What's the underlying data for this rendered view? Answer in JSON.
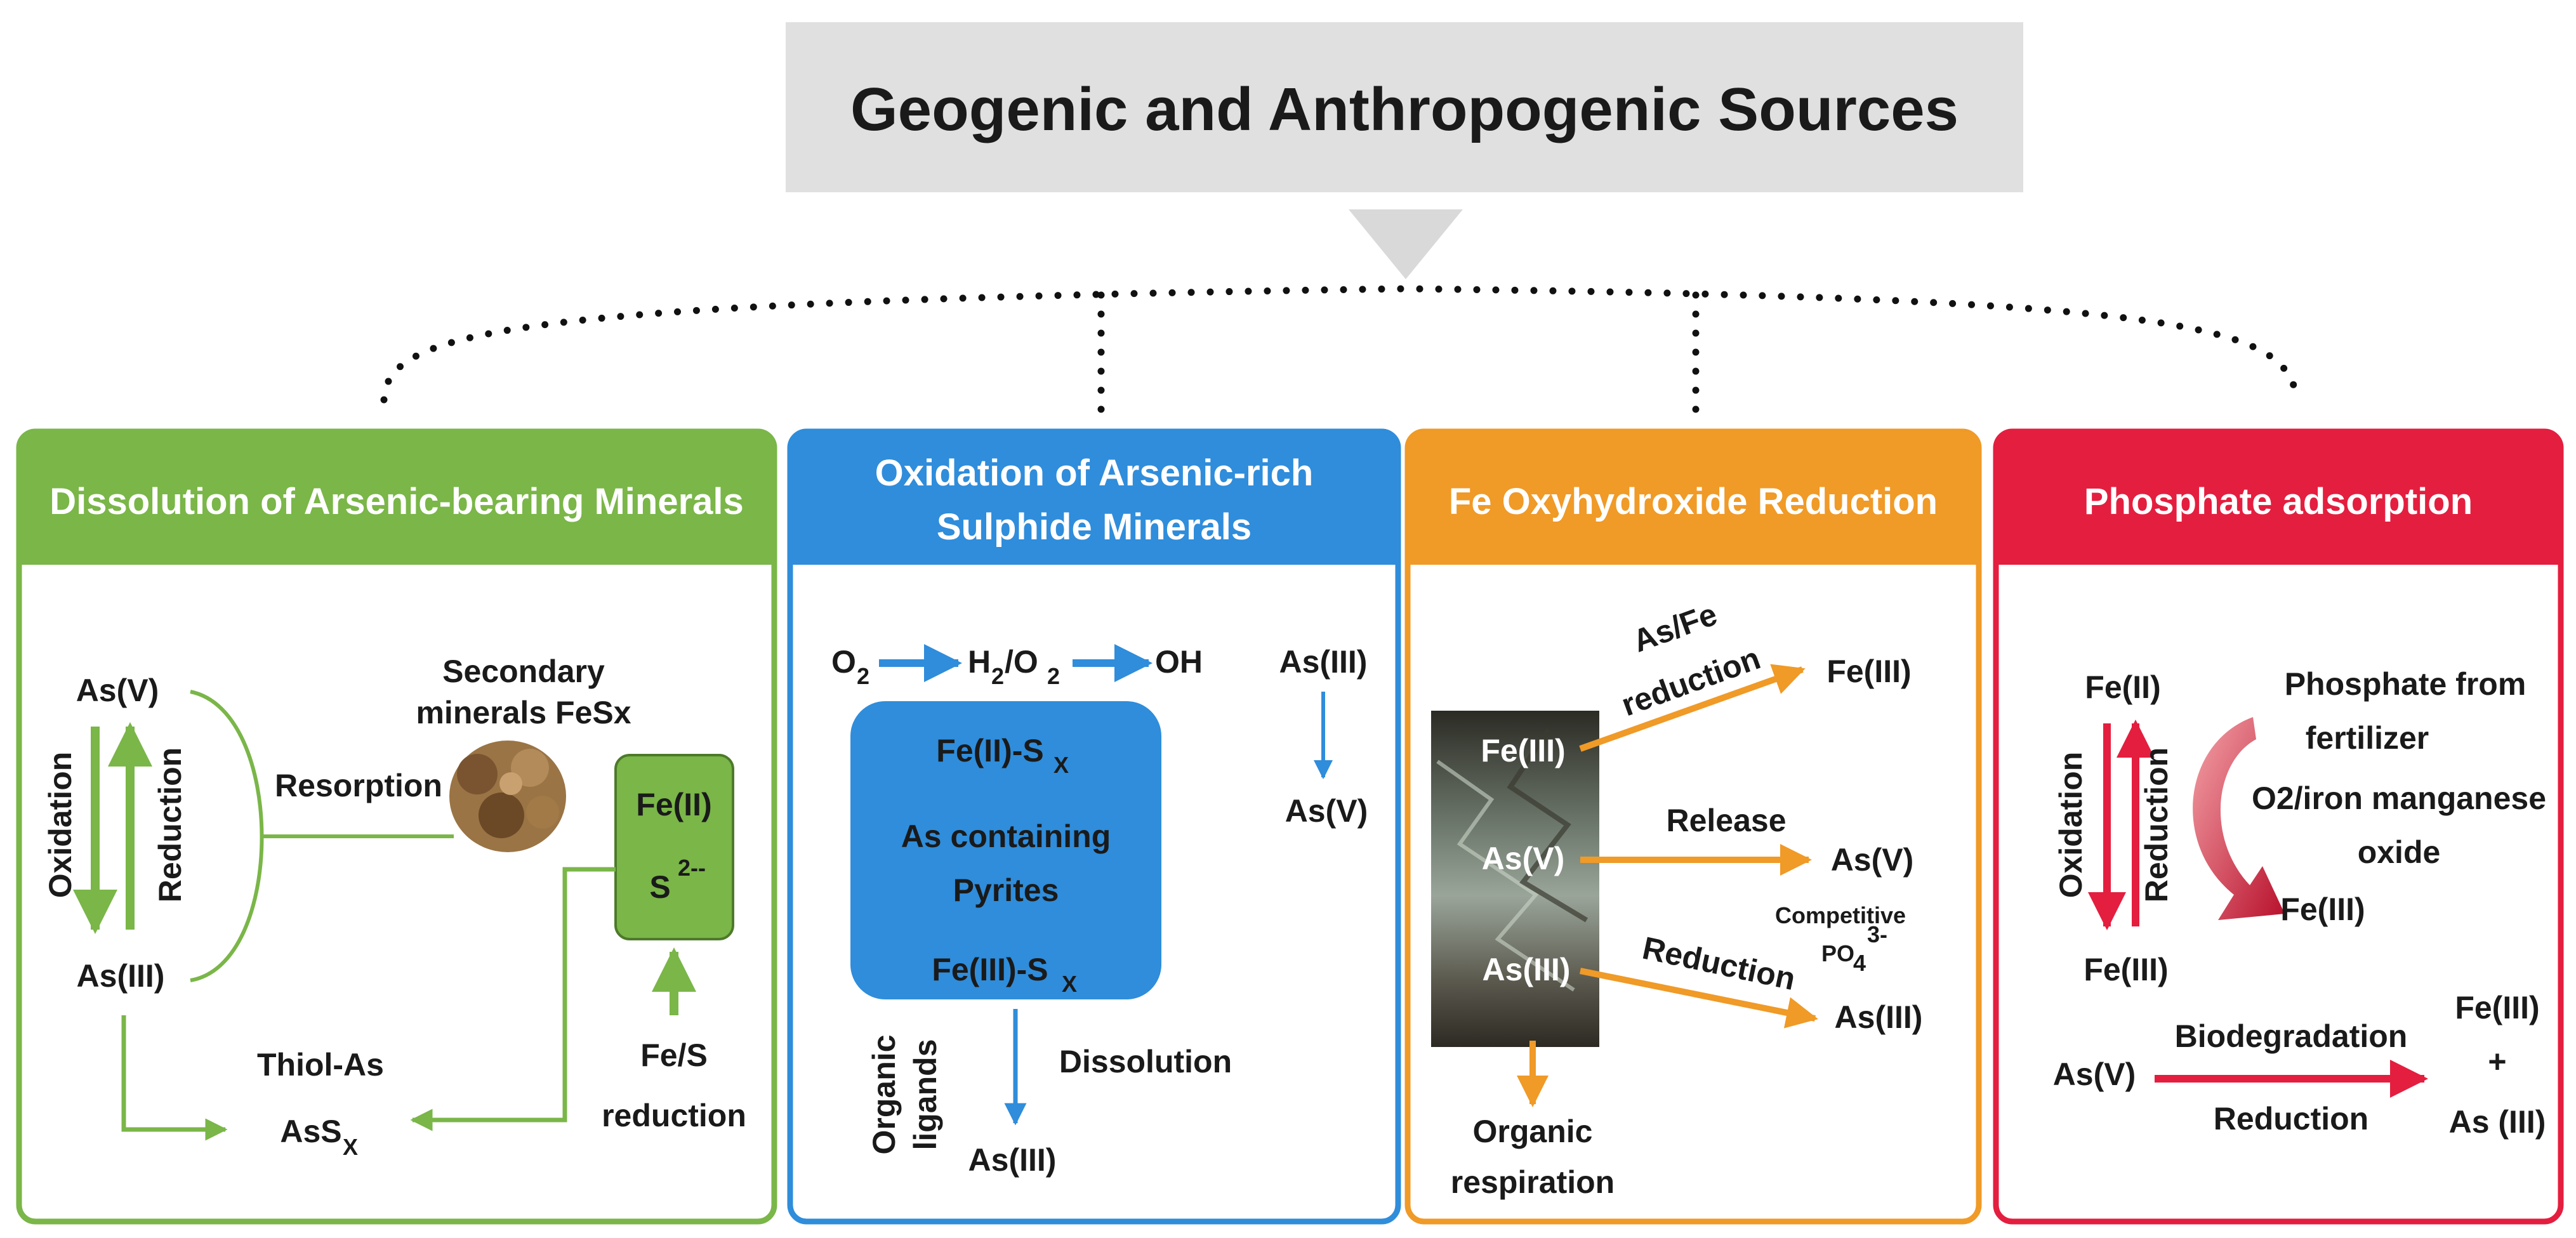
{
  "title": "Geogenic and Anthropogenic Sources",
  "colors": {
    "green": "#7ab648",
    "blue": "#2f8ddb",
    "orange": "#f09a27",
    "red": "#e41e3f",
    "title_box": "#e0e0e0"
  },
  "panels": {
    "dissolution": {
      "header": "Dissolution of Arsenic-bearing Minerals",
      "as_v": "As(V)",
      "as_iii": "As(III)",
      "oxidation": "Oxidation",
      "reduction": "Reduction",
      "resorption": "Resorption",
      "secondary_1": "Secondary",
      "secondary_2": "minerals FeSx",
      "fe_ii": "Fe(II)",
      "s2_base": "S",
      "s2_sup": "2--",
      "fes_1": "Fe/S",
      "fes_2": "reduction",
      "thiol": "Thiol-As",
      "ass_base": "AsS",
      "ass_sub": "X"
    },
    "oxidation": {
      "header_1": "Oxidation of Arsenic-rich",
      "header_2": "Sulphide Minerals",
      "o_base": "O",
      "o_sub": "2",
      "h_base": "H",
      "h_sub": "2",
      "slash_o": "/O",
      "slash_o_sub": "2",
      "oh": "OH",
      "as_iii_top": "As(III)",
      "as_v": "As(V)",
      "fe_ii_s": "Fe(II)-S",
      "fe_ii_s_sub": "X",
      "pyr_1": "As containing",
      "pyr_2": "Pyrites",
      "fe_iii_s": "Fe(III)-S",
      "fe_iii_s_sub": "X",
      "organic": "Organic",
      "ligands": "ligands",
      "dissolution": "Dissolution",
      "as_iii_bottom": "As(III)"
    },
    "fe_reduction": {
      "header": "Fe Oxyhydroxide Reduction",
      "fe_iii_in": "Fe(III)",
      "as_v_in": "As(V)",
      "as_iii_in": "As(III)",
      "asfe_1": "As/Fe",
      "asfe_2": "reduction",
      "fe_iii_out": "Fe(III)",
      "release": "Release",
      "as_v_out": "As(V)",
      "competitive": "Competitive",
      "po4_base": "PO",
      "po4_sub": "4",
      "po4_sup": "3-",
      "reduction": "Reduction",
      "as_iii_out": "As(III)",
      "organic_1": "Organic",
      "organic_2": "respiration"
    },
    "phosphate": {
      "header": "Phosphate adsorption",
      "fe_ii": "Fe(II)",
      "oxidation": "Oxidation",
      "reduction": "Reduction",
      "fe_iii_left": "Fe(III)",
      "phos_1": "Phosphate from",
      "phos_2": "fertilizer",
      "phos_3": "O2/iron manganese",
      "phos_4": "oxide",
      "fe_iii_mid": "Fe(III)",
      "as_v": "As(V)",
      "biodeg": "Biodegradation",
      "reduction_2": "Reduction",
      "fe_iii_right": "Fe(III)",
      "plus": "+",
      "as_iii_right": "As (III)"
    }
  }
}
